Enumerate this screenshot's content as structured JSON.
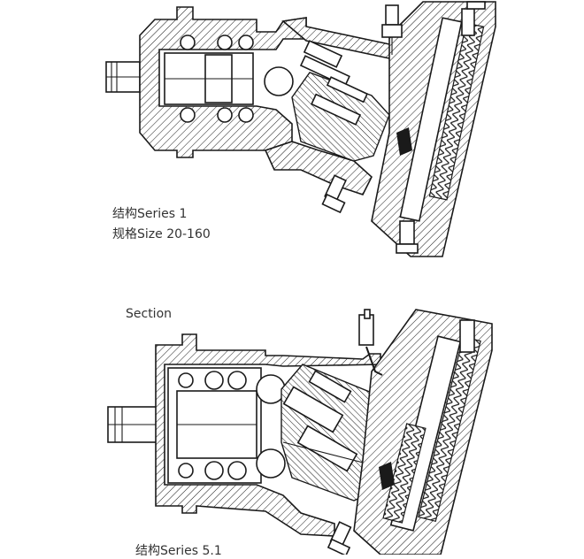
{
  "figure_top": {
    "series_label": "结构Series 1",
    "size_label": "规格Size 20-160"
  },
  "figure_bottom": {
    "heading": "Section",
    "series_label": "结构Series 5.1"
  },
  "colors": {
    "line": "#1a1a1a",
    "background": "#ffffff",
    "text": "#333333"
  }
}
